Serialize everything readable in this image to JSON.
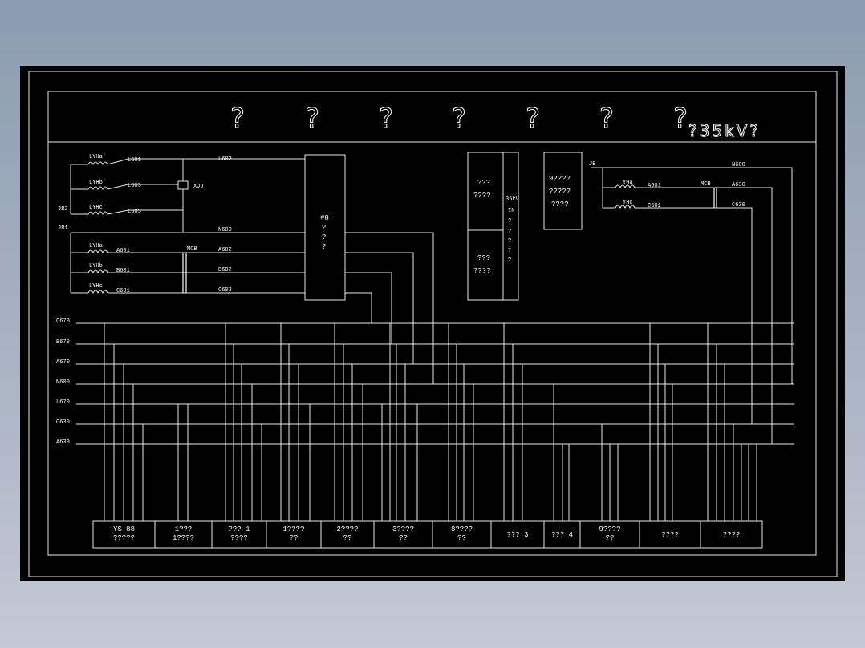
{
  "title_marks": [
    "?",
    "?",
    "?",
    "?",
    "?",
    "?",
    "?"
  ],
  "title_text": "?35kV?",
  "bus_labels": [
    "C670",
    "B670",
    "A670",
    "N600",
    "L670",
    "C630",
    "A630"
  ],
  "left_coils": [
    "LYHa'",
    "LYHb'",
    "LYHc'",
    "LYHa",
    "LYHb",
    "LYHc"
  ],
  "left_wires": [
    "L601",
    "L603",
    "L605",
    "A601",
    "B601",
    "C601"
  ],
  "left_wires_right": [
    "L602",
    "N600",
    "A602",
    "B602",
    "C602"
  ],
  "left_ports": [
    "JB2",
    "JB1"
  ],
  "xjj": "XJJ",
  "mcb_left": "MCB",
  "relay_box": {
    "id": "#8",
    "lines": [
      "?",
      "?",
      "?"
    ]
  },
  "mid_box": {
    "top": [
      "???",
      "????"
    ],
    "bottom": [
      "???",
      "????"
    ],
    "side": [
      "35kV",
      "IN",
      "?",
      "?",
      "?",
      "?",
      "?"
    ]
  },
  "right_box": [
    "9????",
    "?????",
    "????"
  ],
  "right_port": "JB",
  "right_coils": [
    "YHa",
    "YHc"
  ],
  "right_wires": [
    "A601",
    "C601"
  ],
  "right_wires_right": [
    "N600",
    "A630",
    "C630"
  ],
  "mcb_right": "MCB",
  "bottom_boxes": [
    [
      "YS-88",
      "?????"
    ],
    [
      "1???",
      "1????"
    ],
    [
      "??? 1",
      "????"
    ],
    [
      "1????",
      "??"
    ],
    [
      "2????",
      "??"
    ],
    [
      "3????",
      "??"
    ],
    [
      "8????",
      "??"
    ],
    [
      "??? 3",
      ""
    ],
    [
      "??? 4",
      ""
    ],
    [
      "9????",
      "??"
    ],
    [
      "????",
      ""
    ],
    [
      "????",
      ""
    ]
  ]
}
